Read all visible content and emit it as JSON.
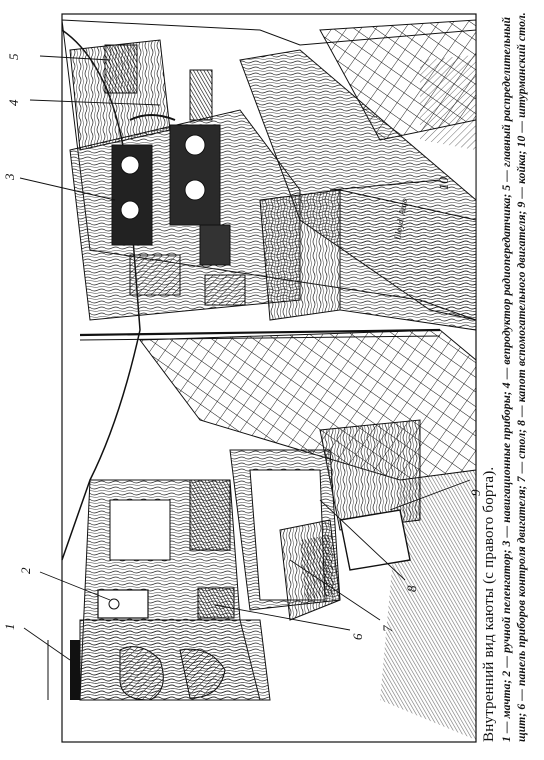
{
  "figure": {
    "callouts": [
      {
        "n": "1"
      },
      {
        "n": "2"
      },
      {
        "n": "3"
      },
      {
        "n": "4"
      },
      {
        "n": "5"
      },
      {
        "n": "6"
      },
      {
        "n": "7"
      },
      {
        "n": "8"
      },
      {
        "n": "9"
      },
      {
        "n": "10"
      }
    ],
    "stamp_text": "Lloyd. Auto"
  },
  "caption": {
    "title": "Внутренний вид каюты (с правого борта).",
    "legend": "1 — мачта; 2 — ручной пеленгатор; 3 — навигационные приборы; 4 — вепродуктор радиопередатчика; 5 — главный распределительный щит; 6 — панель приборов контроля двигателя; 7 — стол; 8 — капот вспомогательного двигателя; 9 — койка; 10 — штурманский стол."
  }
}
